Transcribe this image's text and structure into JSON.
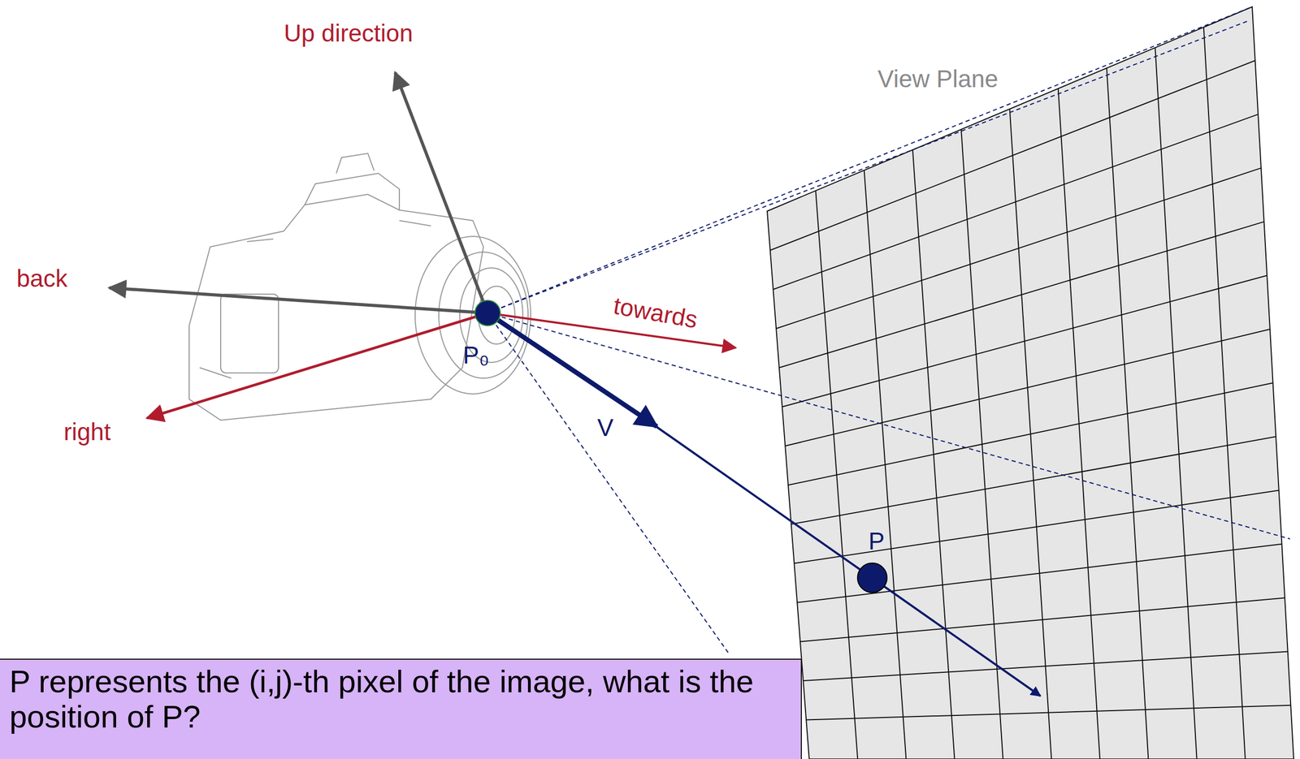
{
  "diagram": {
    "nodes": [
      {
        "text": [
          "P represents the (i,j)-th pixel of the image, what is the position of P?"
        ]
      }
    ],
    "labels": [
      "Up direction",
      "View Plane",
      "back",
      "towards",
      "right",
      "P₀",
      "V",
      "P"
    ]
  }
}
